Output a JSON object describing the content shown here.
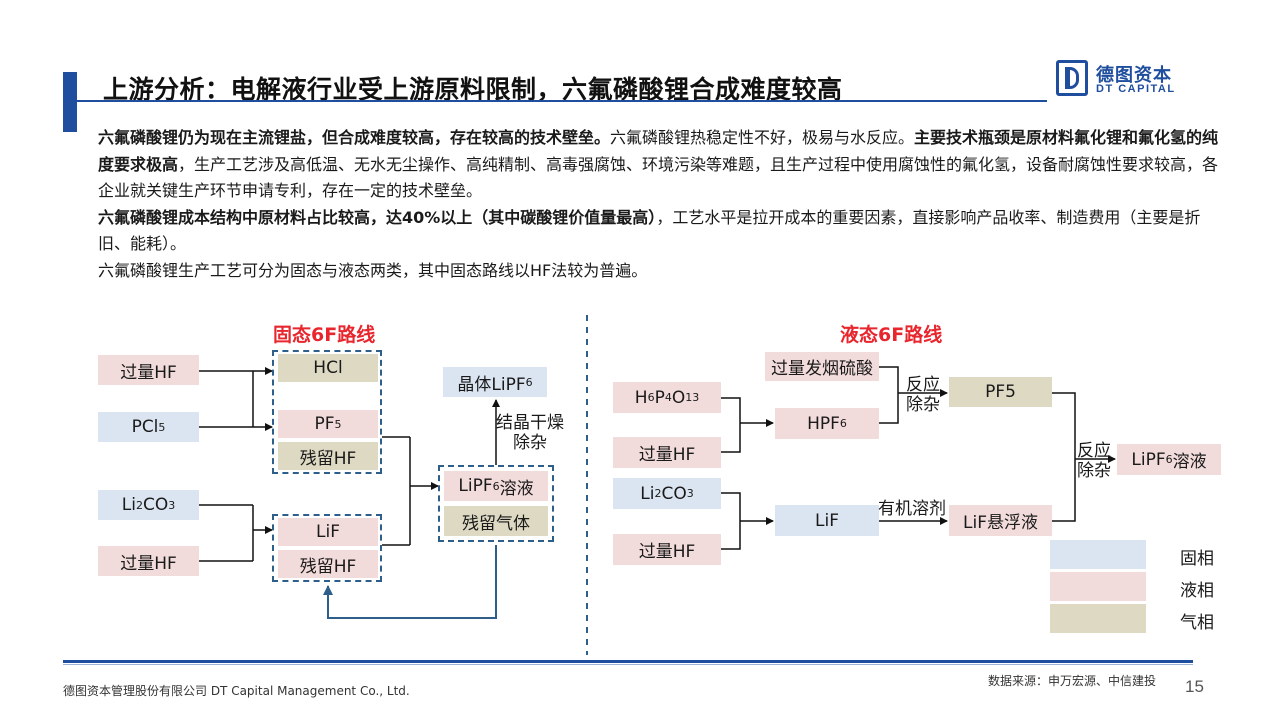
{
  "header": {
    "title": "上游分析：电解液行业受上游原料限制，六氟磷酸锂合成难度较高",
    "logo_cn": "德图资本",
    "logo_en": "DT CAPITAL"
  },
  "body": {
    "p1_bold_a": "六氟磷酸锂仍为现在主流锂盐，但合成难度较高，存在较高的技术壁垒。",
    "p1_text_a": "六氟磷酸锂热稳定性不好，极易与水反应。",
    "p1_bold_b": "主要技术瓶颈是原材料氟化锂和氟化氢的纯度要求极高",
    "p1_text_b": "，生产工艺涉及高低温、无水无尘操作、高纯精制、高毒强腐蚀、环境污染等难题，且生产过程中使用腐蚀性的氟化氢，设备耐腐蚀性要求较高，各企业就关键生产环节申请专利，存在一定的技术壁垒。",
    "p2_bold": "六氟磷酸锂成本结构中原材料占比较高，达40%以上（其中碳酸锂价值量最高）",
    "p2_text": "，工艺水平是拉开成本的重要因素，直接影响产品收率、制造费用（主要是折旧、能耗）。",
    "p3_text": "六氟磷酸锂生产工艺可分为固态与液态两类，其中固态路线以HF法较为普遍。"
  },
  "solid_route": {
    "title": "固态6F路线",
    "hf_1": "过量HF",
    "pcl5_main": "PCl",
    "pcl5_sub": "5",
    "li2co3_a": "Li",
    "li2co3_b": "2",
    "li2co3_c": "CO",
    "li2co3_d": "3",
    "hf_2": "过量HF",
    "hcl": "HCl",
    "pf5_main": "PF",
    "pf5_sub": "5",
    "residual_hf_1": "残留HF",
    "lif": "LiF",
    "residual_hf_2": "残留HF",
    "lipf6_sol_a": "LiPF",
    "lipf6_sol_sub": "6",
    "lipf6_sol_b": "溶液",
    "residual_gas": "残留气体",
    "crystal_a": "晶体LiPF",
    "crystal_sub": "6",
    "dry_label_1": "结晶干燥",
    "dry_label_2": "除杂"
  },
  "liquid_route": {
    "title": "液态6F路线",
    "h6p4o13_a": "H",
    "h6p4o13_b": "6",
    "h6p4o13_c": "P",
    "h6p4o13_d": "4",
    "h6p4o13_e": "O",
    "h6p4o13_f": "13",
    "hf_1": "过量HF",
    "oleum": "过量发烟硫酸",
    "hpf6_main": "HPF",
    "hpf6_sub": "6",
    "react_1a": "反应",
    "react_1b": "除杂",
    "pf5": "PF5",
    "react_2a": "反应",
    "react_2b": "除杂",
    "lipf6_sol_a": "LiPF",
    "lipf6_sol_sub": "6",
    "lipf6_sol_b": "溶液",
    "li2co3_a": "Li",
    "li2co3_b": "2",
    "li2co3_c": "CO",
    "li2co3_d": "3",
    "hf_2": "过量HF",
    "lif": "LiF",
    "solvent_label": "有机溶剂",
    "lif_suspension": "LiF悬浮液"
  },
  "legend": {
    "solid": "固相",
    "liquid": "液相",
    "gas": "气相",
    "colors": {
      "solid": "#dbe5f1",
      "liquid": "#f2dcdb",
      "gas": "#ddd9c3"
    }
  },
  "footer": {
    "company": "德图资本管理股份有限公司  DT Capital Management  Co., Ltd.",
    "source": "数据来源：申万宏源、中信建投",
    "page": "15"
  },
  "colors": {
    "accent": "#1f4e9e",
    "title_red": "#e8262e",
    "dash_blue": "#2e5f8a"
  }
}
